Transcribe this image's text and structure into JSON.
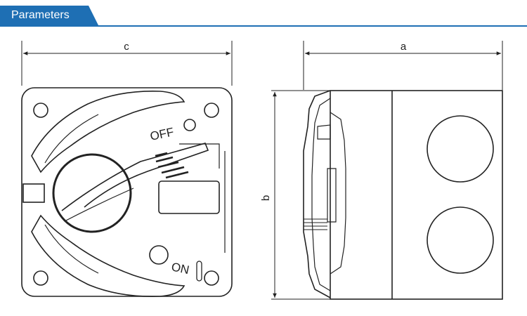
{
  "header": {
    "title": "Parameters",
    "accent_color": "#1e6fb4"
  },
  "front_view": {
    "dimension_label": "c",
    "switch_labels": {
      "off": "OFF",
      "on": "ON"
    }
  },
  "side_view": {
    "width_label": "a",
    "height_label": "b"
  }
}
